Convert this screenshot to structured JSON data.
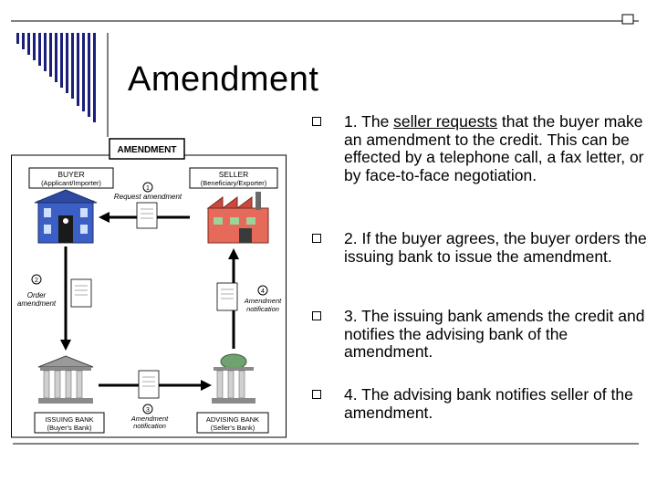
{
  "slide": {
    "title": "Amendment"
  },
  "diagram": {
    "box_title": "AMENDMENT",
    "buyer": {
      "name": "BUYER",
      "role": "(Applicant/Importer)"
    },
    "seller": {
      "name": "SELLER",
      "role": "(Beneficiary/Exporter)"
    },
    "issuing_bank": {
      "name": "ISSUING BANK",
      "role": "(Buyer's Bank)"
    },
    "advising_bank": {
      "name": "ADVISING BANK",
      "role": "(Seller's Bank)"
    },
    "steps": [
      {
        "number": "1",
        "label": "Request amendment"
      },
      {
        "number": "2",
        "label_line1": "Order",
        "label_line2": "amendment"
      },
      {
        "number": "3",
        "label_line1": "Amendment",
        "label_line2": "notification"
      },
      {
        "number": "4",
        "label_line1": "Amendment",
        "label_line2": "notification"
      }
    ]
  },
  "bullets": {
    "b1": {
      "pre": "1. The ",
      "underlined": "seller requests",
      "post": " that the buyer make an amendment to the credit. This can be effected by a telephone call, a fax letter, or by face-to-face negotiation."
    },
    "b2": "2. If the buyer agrees, the buyer orders the issuing bank to issue the amendment.",
    "b3": "3. The issuing bank amends the credit and notifies the advising bank of the amendment.",
    "b4": "4. The advising bank notifies seller of the amendment."
  },
  "colors": {
    "buyer_building": "#3b5fc4",
    "seller_factory": "#e56a5a",
    "issuing_bank": "#b8b8b8",
    "advising_bank": "#9fb9a0",
    "arrow": "#000000"
  }
}
